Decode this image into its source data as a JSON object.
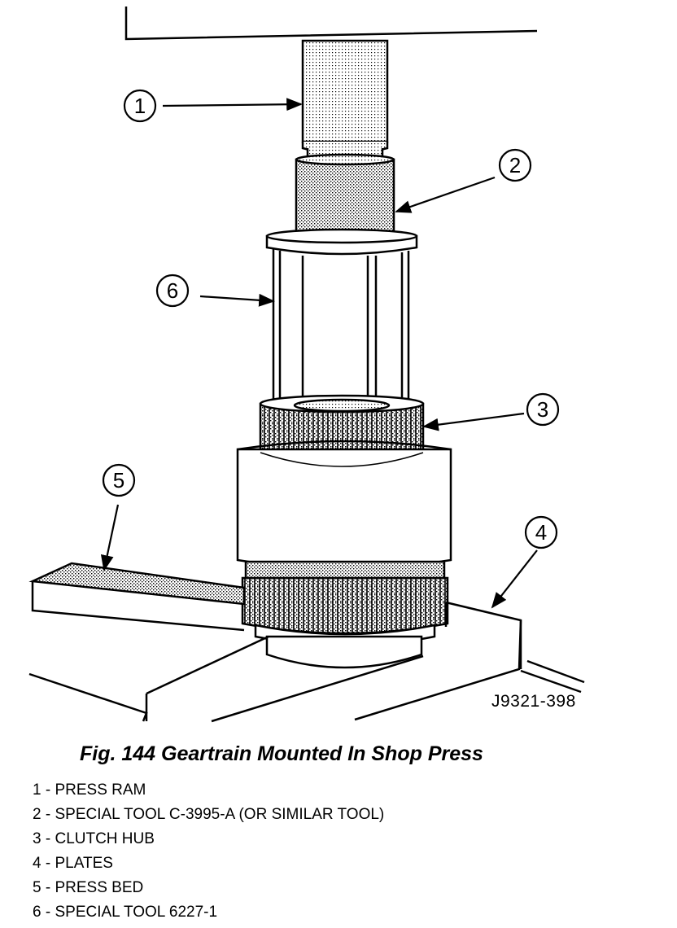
{
  "figure": {
    "figure_id": "J9321-398",
    "caption": "Fig. 144 Geartrain Mounted In Shop Press",
    "callouts": [
      "1",
      "2",
      "3",
      "4",
      "5",
      "6"
    ],
    "legend": [
      {
        "num": "1",
        "label": "PRESS RAM"
      },
      {
        "num": "2",
        "label": "SPECIAL TOOL C-3995-A (OR SIMILAR TOOL)"
      },
      {
        "num": "3",
        "label": "CLUTCH HUB"
      },
      {
        "num": "4",
        "label": "PLATES"
      },
      {
        "num": "5",
        "label": "PRESS BED"
      },
      {
        "num": "6",
        "label": "SPECIAL TOOL 6227-1"
      }
    ]
  }
}
